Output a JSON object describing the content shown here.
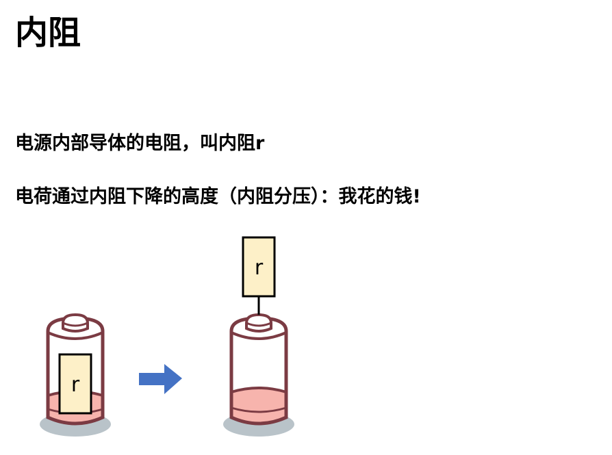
{
  "title": "内阻",
  "lines": [
    "电源内部导体的电阻，叫内阻r",
    "电荷通过内阻下降的高度（内阻分压）：我花的钱!"
  ],
  "diagram": {
    "resistor_label": "r",
    "colors": {
      "battery_outline": "#7b3b43",
      "liquid": "#f7b4ad",
      "shadow": "#b9c3c9",
      "resistor_fill": "#fdf0c8",
      "arrow": "#4472c4"
    }
  }
}
